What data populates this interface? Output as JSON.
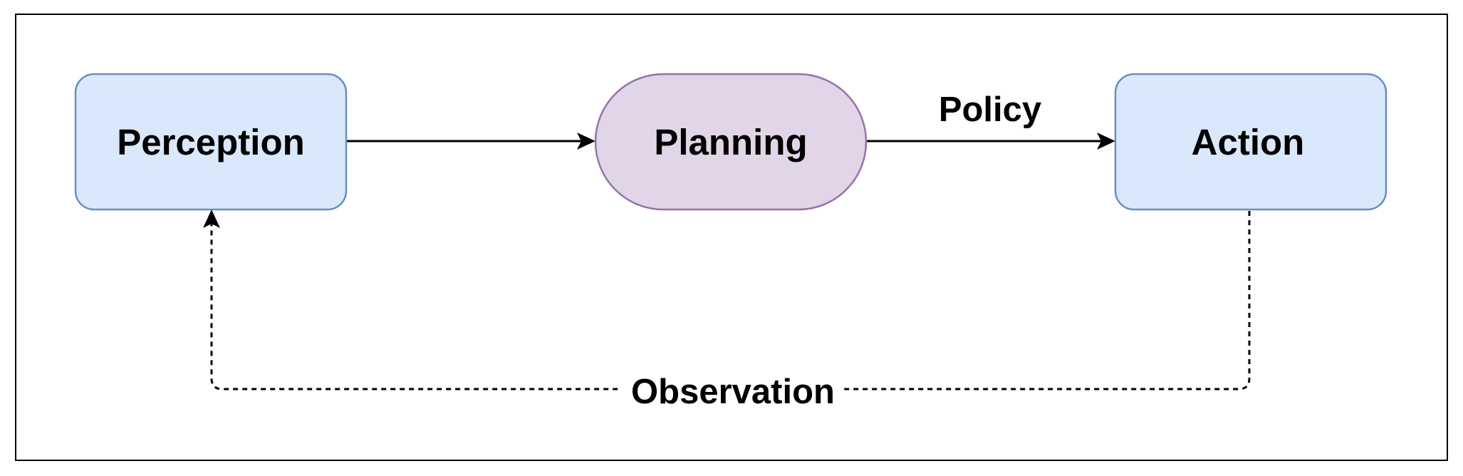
{
  "diagram": {
    "nodes": {
      "perception": {
        "label": "Perception",
        "fill": "#dae8fc",
        "stroke": "#6c8ebf",
        "shape": "rounded-rectangle"
      },
      "planning": {
        "label": "Planning",
        "fill": "#e1d5e7",
        "stroke": "#9673a6",
        "shape": "stadium"
      },
      "action": {
        "label": "Action",
        "fill": "#dae8fc",
        "stroke": "#6c8ebf",
        "shape": "rounded-rectangle"
      }
    },
    "edges": {
      "perception_to_planning": {
        "from": "Perception",
        "to": "Planning",
        "label": "",
        "style": "solid"
      },
      "planning_to_action": {
        "from": "Planning",
        "to": "Action",
        "label": "Policy",
        "style": "solid"
      },
      "action_to_perception": {
        "from": "Action",
        "to": "Perception",
        "label": "Observation",
        "style": "dashed"
      }
    },
    "frame_border_color": "#000000"
  }
}
